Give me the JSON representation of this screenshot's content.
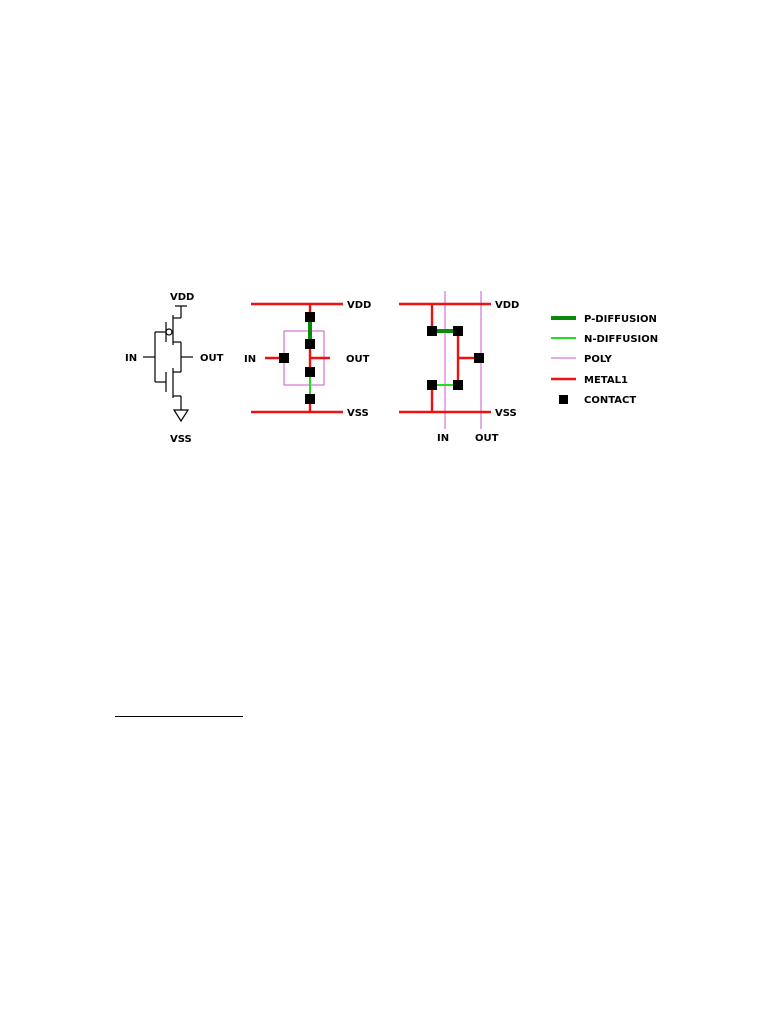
{
  "figure": {
    "schematic": {
      "vdd": "VDD",
      "vss": "VSS",
      "in": "IN",
      "out": "OUT"
    },
    "stick_vertical": {
      "vdd": "VDD",
      "vss": "VSS",
      "in": "IN",
      "out": "OUT"
    },
    "stick_horizontal": {
      "vdd": "VDD",
      "vss": "VSS",
      "in": "IN",
      "out": "OUT"
    },
    "legend": [
      {
        "label": "P-DIFFUSION",
        "color": "#0a8a0a"
      },
      {
        "label": "N-DIFFUSION",
        "color": "#22dd22"
      },
      {
        "label": "POLY",
        "color": "#cc55cc"
      },
      {
        "label": "METAL1",
        "color": "#ee1111"
      },
      {
        "label": "CONTACT",
        "color": "#000000"
      }
    ]
  }
}
